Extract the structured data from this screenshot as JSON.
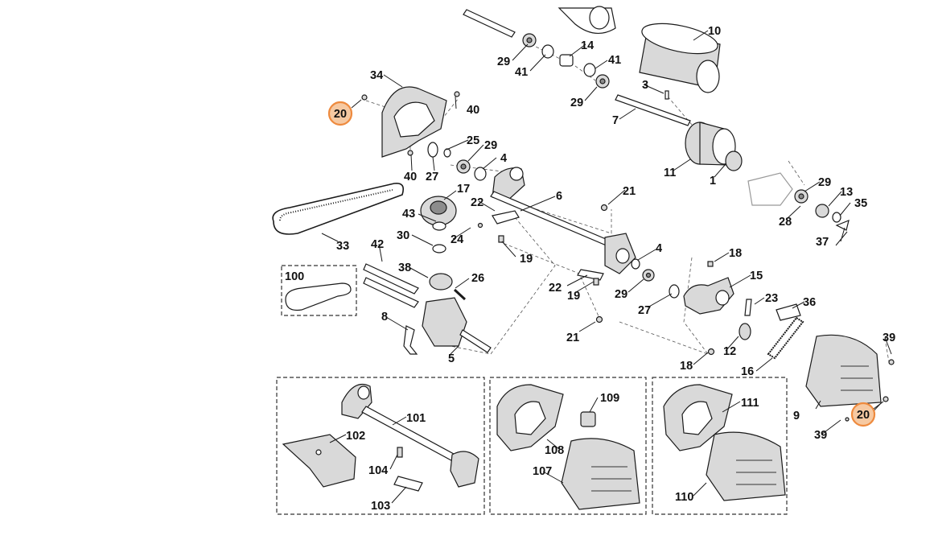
{
  "callouts": [
    {
      "id": "c10",
      "text": "10"
    },
    {
      "id": "c14",
      "text": "14"
    },
    {
      "id": "c29a",
      "text": "29"
    },
    {
      "id": "c41a",
      "text": "41"
    },
    {
      "id": "c41b",
      "text": "41"
    },
    {
      "id": "c29b",
      "text": "29"
    },
    {
      "id": "c3",
      "text": "3"
    },
    {
      "id": "c7",
      "text": "7"
    },
    {
      "id": "c34",
      "text": "34"
    },
    {
      "id": "c40a",
      "text": "40"
    },
    {
      "id": "c40b",
      "text": "40"
    },
    {
      "id": "c27a",
      "text": "27"
    },
    {
      "id": "c25",
      "text": "25"
    },
    {
      "id": "c29c",
      "text": "29"
    },
    {
      "id": "c4a",
      "text": "4"
    },
    {
      "id": "c17",
      "text": "17"
    },
    {
      "id": "c22a",
      "text": "22"
    },
    {
      "id": "c6",
      "text": "6"
    },
    {
      "id": "c43",
      "text": "43"
    },
    {
      "id": "c24",
      "text": "24"
    },
    {
      "id": "c30",
      "text": "30"
    },
    {
      "id": "c19a",
      "text": "19"
    },
    {
      "id": "c33",
      "text": "33"
    },
    {
      "id": "c42",
      "text": "42"
    },
    {
      "id": "c38",
      "text": "38"
    },
    {
      "id": "c26",
      "text": "26"
    },
    {
      "id": "c100",
      "text": "100"
    },
    {
      "id": "c8",
      "text": "8"
    },
    {
      "id": "c5",
      "text": "5"
    },
    {
      "id": "c21a",
      "text": "21"
    },
    {
      "id": "c4b",
      "text": "4"
    },
    {
      "id": "c22b",
      "text": "22"
    },
    {
      "id": "c19b",
      "text": "19"
    },
    {
      "id": "c29d",
      "text": "29"
    },
    {
      "id": "c27b",
      "text": "27"
    },
    {
      "id": "c21b",
      "text": "21"
    },
    {
      "id": "c11",
      "text": "11"
    },
    {
      "id": "c1",
      "text": "1"
    },
    {
      "id": "c29e",
      "text": "29"
    },
    {
      "id": "c13",
      "text": "13"
    },
    {
      "id": "c28",
      "text": "28"
    },
    {
      "id": "c35",
      "text": "35"
    },
    {
      "id": "c37",
      "text": "37"
    },
    {
      "id": "c18a",
      "text": "18"
    },
    {
      "id": "c15",
      "text": "15"
    },
    {
      "id": "c23",
      "text": "23"
    },
    {
      "id": "c36",
      "text": "36"
    },
    {
      "id": "c12",
      "text": "12"
    },
    {
      "id": "c18b",
      "text": "18"
    },
    {
      "id": "c16",
      "text": "16"
    },
    {
      "id": "c39a",
      "text": "39"
    },
    {
      "id": "c9",
      "text": "9"
    },
    {
      "id": "c39b",
      "text": "39"
    },
    {
      "id": "c101",
      "text": "101"
    },
    {
      "id": "c102",
      "text": "102"
    },
    {
      "id": "c104",
      "text": "104"
    },
    {
      "id": "c103",
      "text": "103"
    },
    {
      "id": "c109",
      "text": "109"
    },
    {
      "id": "c108",
      "text": "108"
    },
    {
      "id": "c107",
      "text": "107"
    },
    {
      "id": "c111",
      "text": "111"
    },
    {
      "id": "c110",
      "text": "110"
    }
  ],
  "highlighted": [
    {
      "id": "h20a",
      "text": "20"
    },
    {
      "id": "h20b",
      "text": "20"
    }
  ],
  "colors": {
    "highlight_fill": "#f6c9a2",
    "highlight_stroke": "#ee8a3e",
    "line": "#1a1a1a"
  }
}
